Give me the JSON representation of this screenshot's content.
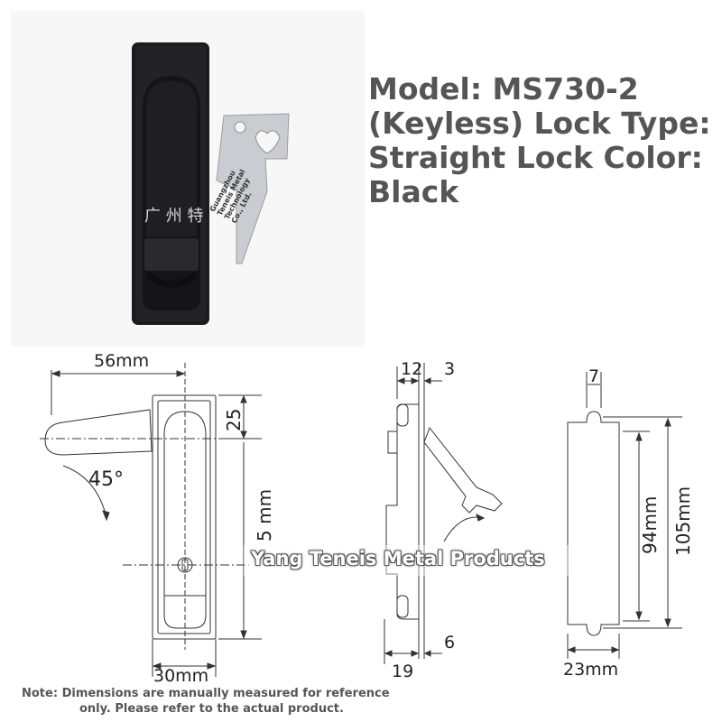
{
  "title": {
    "lines": [
      "Model: MS730-2",
      "(Keyless) Lock Type:",
      "Straight Lock Color:",
      "Black"
    ]
  },
  "stamp": {
    "lines": [
      "Guangzhou",
      "Teneis Metal",
      "Technology",
      "Co., Ltd."
    ]
  },
  "dimensions": {
    "width_56": "56mm",
    "angle_45": "45°",
    "height_25": "25",
    "height_partial": "5 mm",
    "width_30": "30mm",
    "side_12": "12",
    "side_3": "3",
    "side_6": "6",
    "side_19": "19",
    "back_7": "7",
    "back_94": "94mm",
    "back_105": "105mm",
    "back_23": "23mm"
  },
  "watermark": "Yang Teneis Metal Products",
  "note": {
    "line1": "Note: Dimensions are manually measured for reference",
    "line2": "only. Please refer to the actual product."
  },
  "colors": {
    "lock_body": "#1c1c1e",
    "key_metal": "#c9ccd0",
    "title_text": "#555555"
  }
}
